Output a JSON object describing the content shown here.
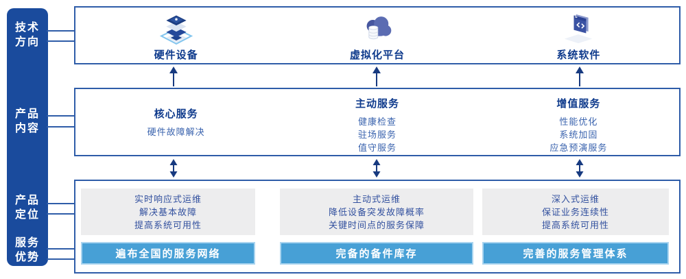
{
  "left_axis": {
    "items": [
      {
        "line1": "技术",
        "line2": "方向"
      },
      {
        "line1": "产品",
        "line2": "内容"
      },
      {
        "line1": "产品",
        "line2": "定位"
      },
      {
        "line1": "服务",
        "line2": "优势"
      }
    ]
  },
  "tech_row": {
    "columns": [
      {
        "icon": "server-stack-icon",
        "label": "硬件设备"
      },
      {
        "icon": "cloud-database-icon",
        "label": "虚拟化平台"
      },
      {
        "icon": "code-window-icon",
        "label": "系统软件"
      }
    ]
  },
  "content_row": {
    "columns": [
      {
        "title": "核心服务",
        "items": [
          "硬件故障解决"
        ]
      },
      {
        "title": "主动服务",
        "items": [
          "健康检查",
          "驻场服务",
          "值守服务"
        ]
      },
      {
        "title": "增值服务",
        "items": [
          "性能优化",
          "系统加固",
          "应急预演服务"
        ]
      }
    ]
  },
  "position_row": {
    "columns": [
      {
        "lines": [
          "实时响应式运维",
          "解决基本故障",
          "提高系统可用性"
        ],
        "banner": "遍布全国的服务网络"
      },
      {
        "lines": [
          "主动式运维",
          "降低设备突发故障概率",
          "关键时间点的服务保障"
        ],
        "banner": "完备的备件库存"
      },
      {
        "lines": [
          "深入式运维",
          "保证业务连续性",
          "提高系统可用性"
        ],
        "banner": "完善的服务管理体系"
      }
    ]
  },
  "colors": {
    "sidebar_blue": "#1a4b9d",
    "panel_border": "#2e5ca8",
    "title_navy": "#0e3a8c",
    "item_blue": "#3a63ae",
    "card_gray": "#ededee",
    "card_text": "#33519f",
    "banner_blue": "#47a0d6",
    "banner_border": "#a9d4ef",
    "arrow_navy": "#173a80"
  }
}
